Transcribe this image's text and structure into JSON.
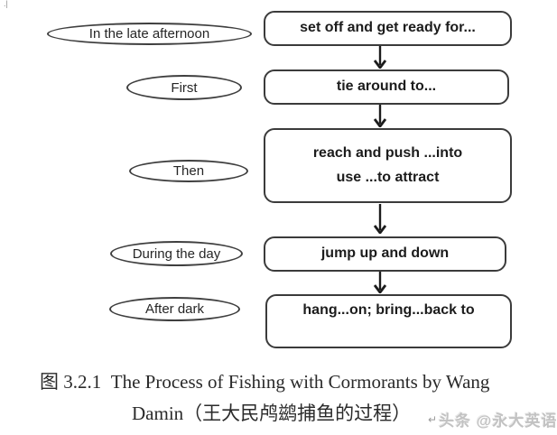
{
  "flowchart": {
    "stroke_color": "#3b3b3b",
    "text_color": "#1c1c1c",
    "rows": [
      {
        "time_label": "In the late afternoon",
        "steps": [
          "set off and get ready for..."
        ]
      },
      {
        "time_label": "First",
        "steps": [
          "tie around to..."
        ]
      },
      {
        "time_label": "Then",
        "steps": [
          "reach and push ...into",
          "use ...to attract"
        ]
      },
      {
        "time_label": "During the day",
        "steps": [
          "jump up and down"
        ]
      },
      {
        "time_label": "After dark",
        "steps": [
          "hang...on; bring...back to"
        ]
      }
    ]
  },
  "caption": {
    "line1": "图 3.2.1  The Process of Fishing with Cormorants by Wang",
    "line2": "Damin（王大民鸬鹚捕鱼的过程）"
  },
  "watermark": {
    "return_mark": "↵",
    "text": "头条 @永大英语",
    "color": "#c2c2c2"
  },
  "artifacts": {
    "top_left_mark": ".|"
  }
}
